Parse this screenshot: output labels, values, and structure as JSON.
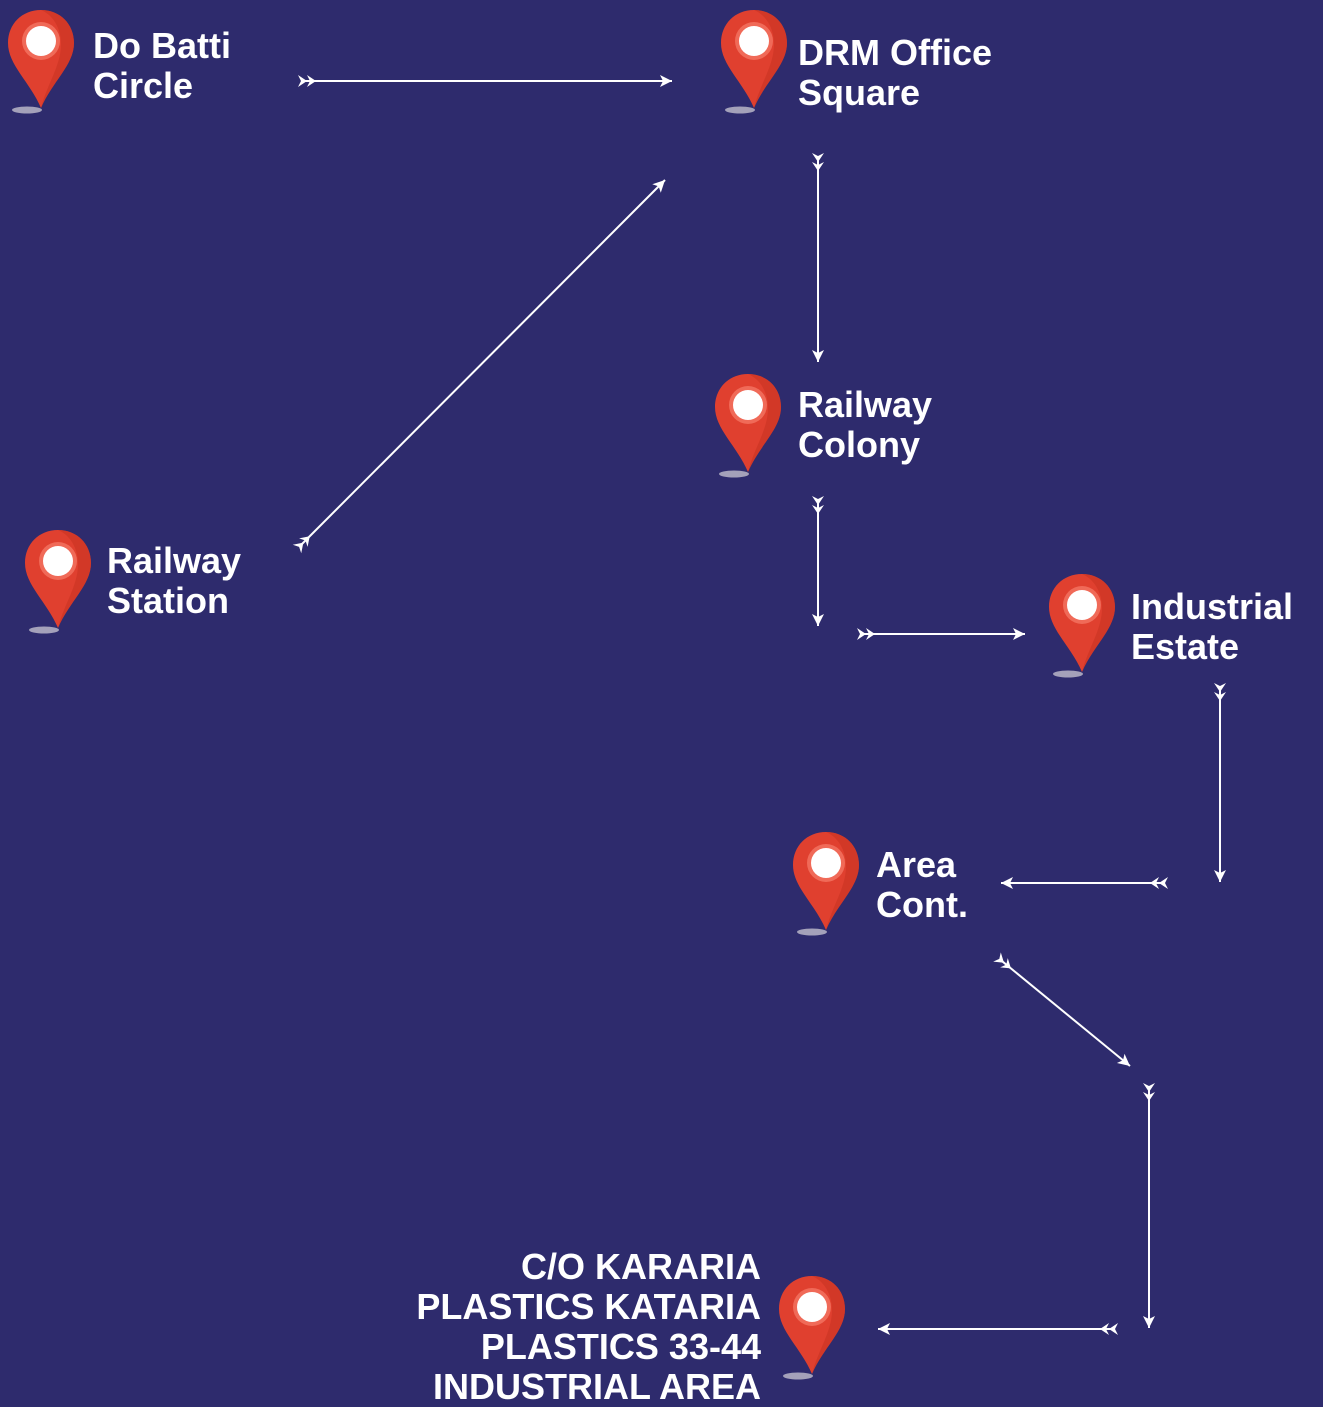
{
  "colors": {
    "background": "#2e2b6d",
    "pin": "#e0402f",
    "pin_shade": "#c73221",
    "pin_center": "#ffffff",
    "arrow": "#ffffff",
    "label": "#ffffff"
  },
  "icons": {
    "location": "map-pin-icon",
    "direction": "arrow-icon"
  },
  "locations": [
    {
      "id": "do-batti-circle",
      "lines": [
        "Do Batti",
        "Circle"
      ]
    },
    {
      "id": "drm-office-square",
      "lines": [
        "DRM Office",
        "Square"
      ]
    },
    {
      "id": "railway-colony",
      "lines": [
        "Railway",
        "Colony"
      ]
    },
    {
      "id": "railway-station",
      "lines": [
        "Railway",
        "Station"
      ]
    },
    {
      "id": "industrial-estate",
      "lines": [
        "Industrial",
        "Estate"
      ]
    },
    {
      "id": "area-cont",
      "lines": [
        "Area",
        "Cont."
      ]
    },
    {
      "id": "kataria-plastics",
      "lines": [
        "C/O KARARIA",
        "PLASTICS KATARIA",
        "PLASTICS 33-44",
        "INDUSTRIAL AREA"
      ]
    }
  ],
  "connections": [
    {
      "from": "railway-station",
      "to": "drm-office-square"
    },
    {
      "from": "do-batti-circle",
      "to": "drm-office-square"
    },
    {
      "from": "drm-office-square",
      "to": "railway-colony"
    },
    {
      "from": "railway-colony",
      "to": "industrial-estate"
    },
    {
      "from": "industrial-estate",
      "to": "area-cont"
    },
    {
      "from": "area-cont",
      "to": "kataria-plastics"
    }
  ]
}
